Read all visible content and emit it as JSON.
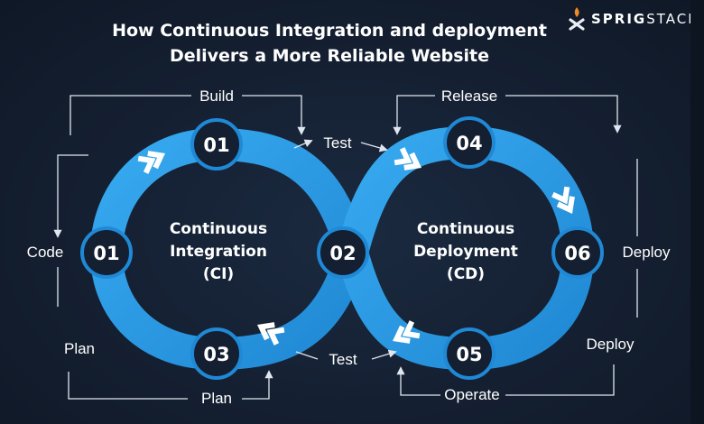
{
  "title": {
    "line1": "How Continuous Integration and deployment",
    "line2": "Delivers a More Reliable Website"
  },
  "brand": {
    "part1": "SPRIG",
    "part2": "STACK",
    "logo_icon": "sprigstack-logo-icon"
  },
  "colors": {
    "background": "#131d2e",
    "ring": "#2d9ee8",
    "ring_dark": "#1f7fc4",
    "node_fill": "#141f31",
    "node_border": "#1f89d6",
    "chevron": "#ffffff",
    "text": "#ffffff"
  },
  "ci": {
    "line1": "Continuous",
    "line2": "Integration",
    "line3": "(CI)"
  },
  "cd": {
    "line1": "Continuous",
    "line2": "Deployment",
    "line3": "(CD)"
  },
  "nodes": {
    "build": "01",
    "code": "01",
    "plan": "03",
    "center": "02",
    "release": "04",
    "deploy": "06",
    "operate": "05"
  },
  "labels": {
    "build": "Build",
    "test_top": "Test",
    "code": "Code",
    "plan_left": "Plan",
    "plan_bottom": "Plan",
    "test_bottom": "Test",
    "release": "Release",
    "deploy_right": "Deploy",
    "deploy_lower": "Deploy",
    "operate": "Operate"
  }
}
